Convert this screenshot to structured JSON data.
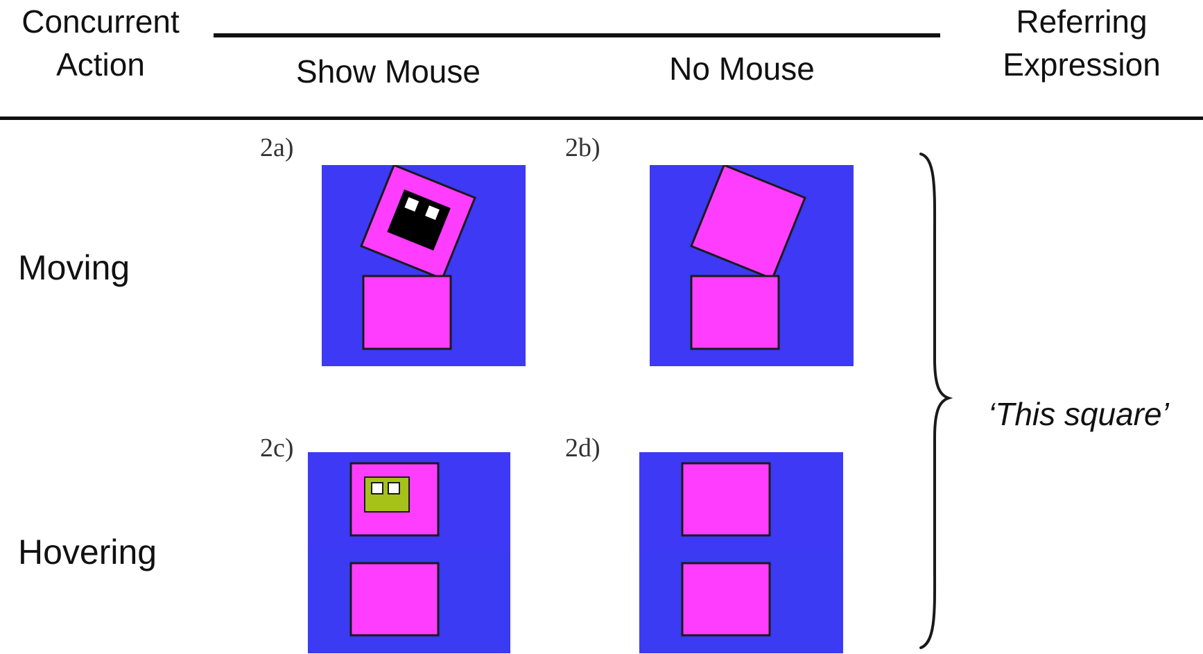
{
  "headers": {
    "concurrent_action_line1": "Concurrent",
    "concurrent_action_line2": "Action",
    "show_mouse": "Show Mouse",
    "no_mouse": "No Mouse",
    "referring_expression_line1": "Referring",
    "referring_expression_line2": "Expression"
  },
  "rows": {
    "moving": "Moving",
    "hovering": "Hovering"
  },
  "panels": {
    "a": "2a)",
    "b": "2b)",
    "c": "2c)",
    "d": "2d)"
  },
  "referring_expression": "‘This square’",
  "colors": {
    "background_blue": "#3d39f5",
    "square_magenta": "#ff3dff",
    "cursor_black": "#000000",
    "cursor_green": "#a6c21a",
    "outline": "#1a1a1a"
  }
}
